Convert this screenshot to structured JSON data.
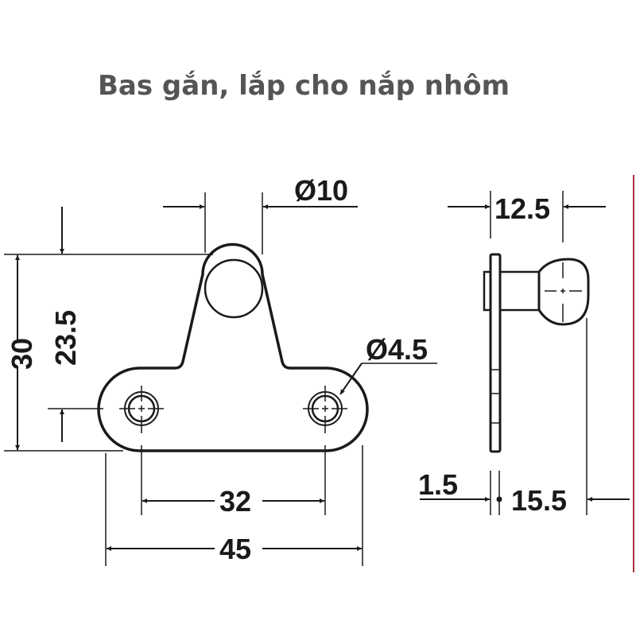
{
  "title": "Bas gắn, lắp cho nắp nhôm",
  "dimensions": {
    "ball_diameter": "Ø10",
    "hole_diameter": "Ø4.5",
    "total_height": "30",
    "hole_height": "23.5",
    "hole_spacing": "32",
    "total_width": "45",
    "side_ball_depth": "12.5",
    "plate_thickness": "1.5",
    "side_total_depth": "15.5"
  },
  "colors": {
    "line": "#1a1a1a",
    "title": "#555555",
    "accent_edge": "#b03040"
  }
}
